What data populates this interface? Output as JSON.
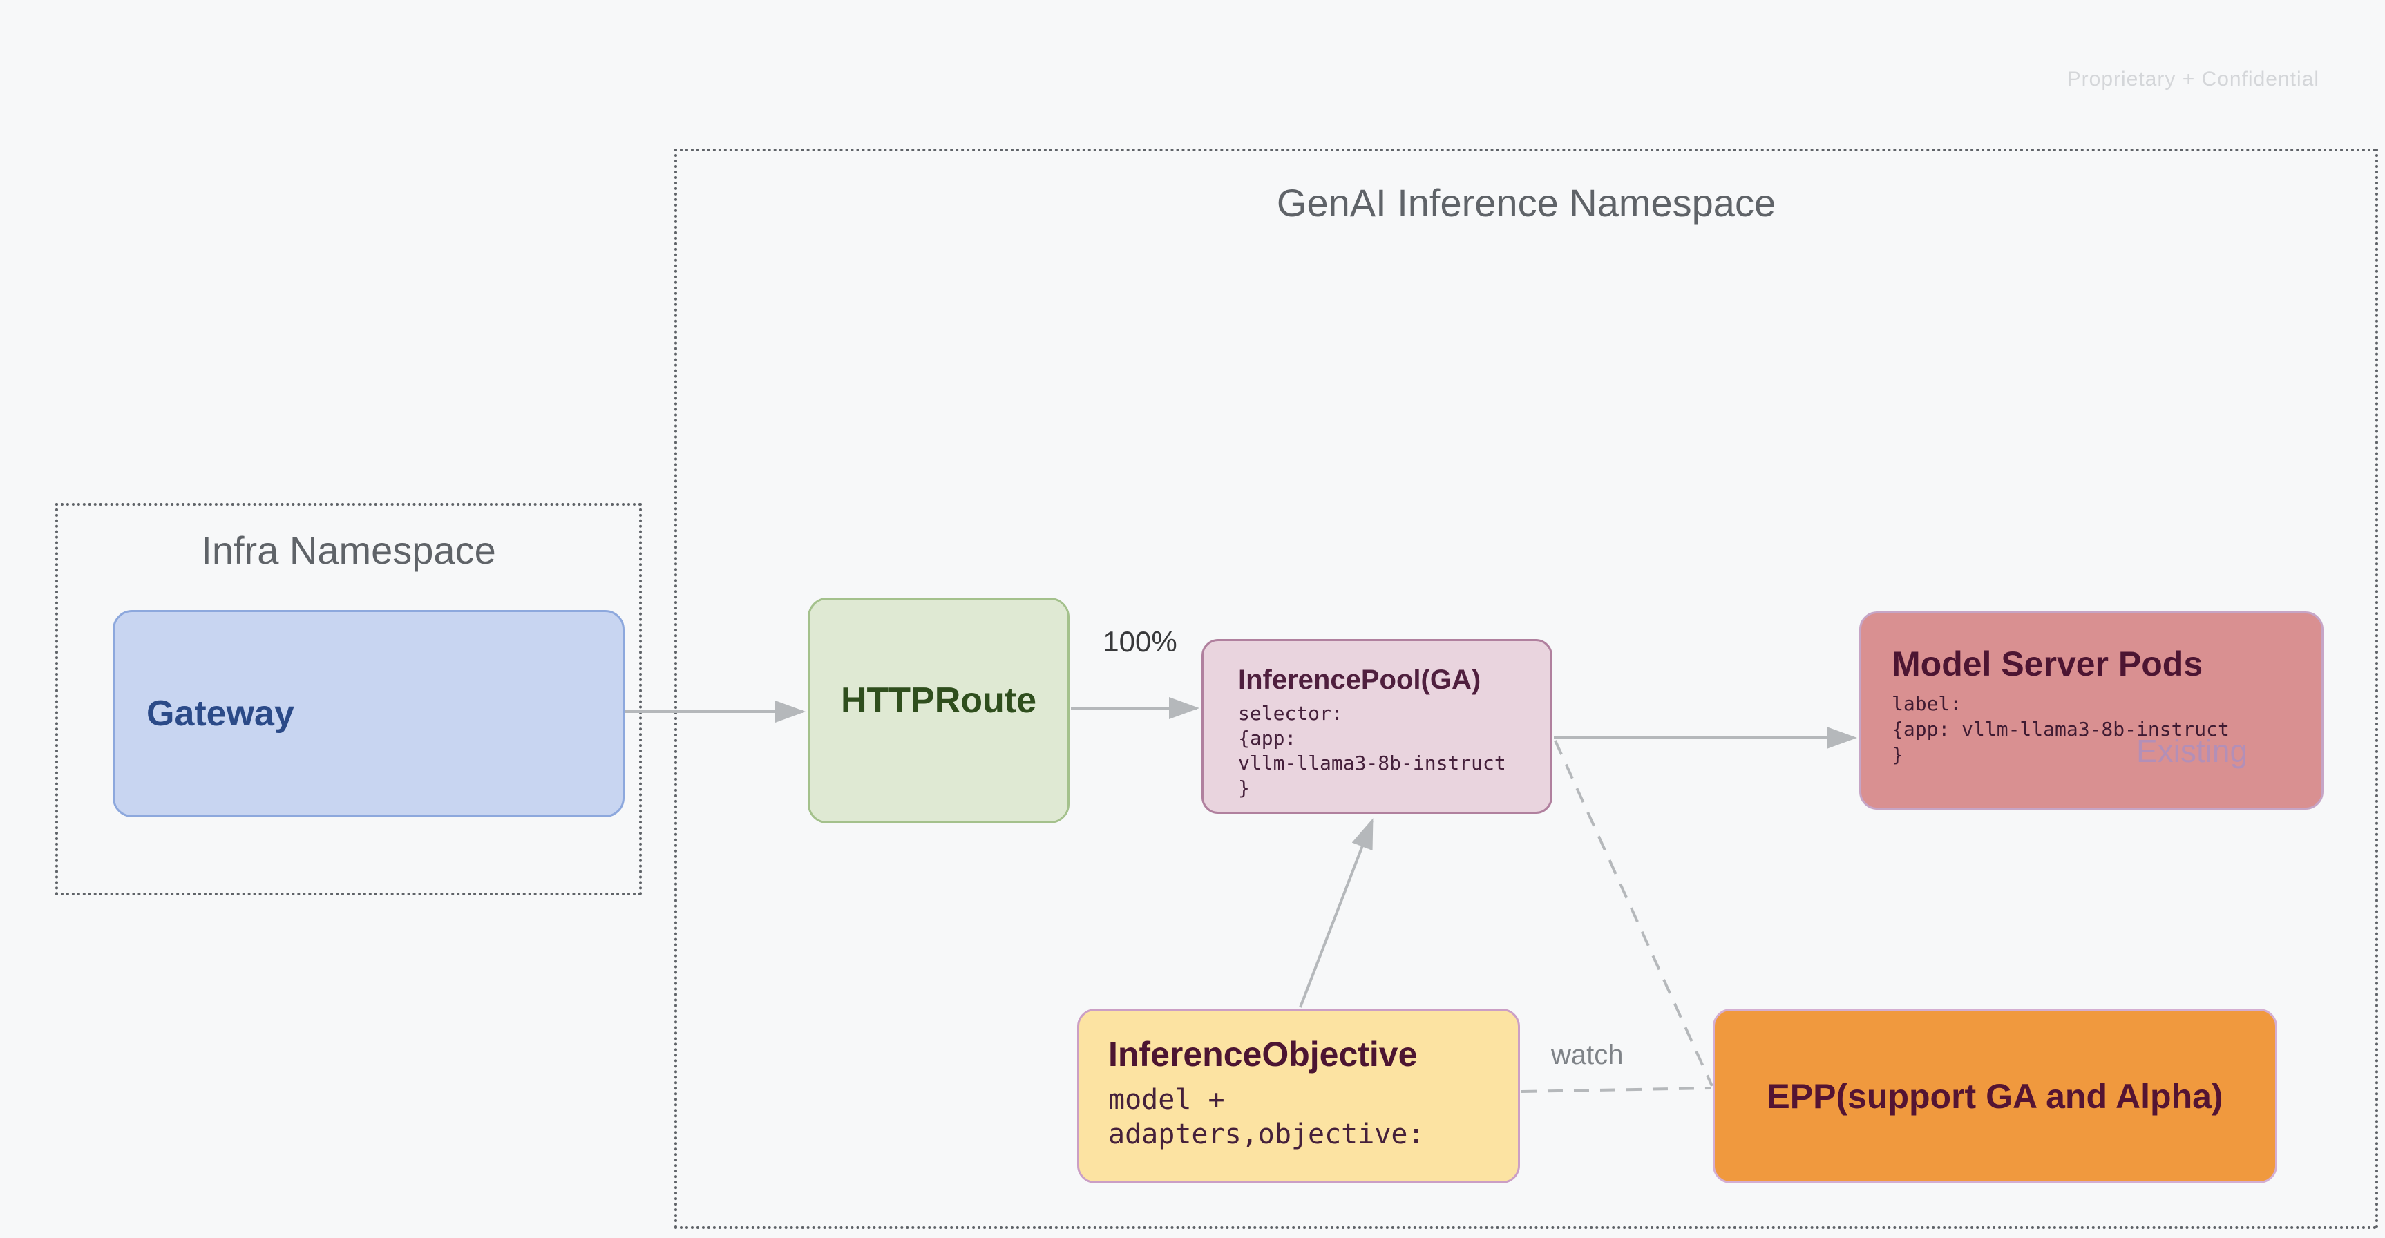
{
  "watermark": "Proprietary + Confidential",
  "namespaces": {
    "genai": {
      "title": "GenAI Inference Namespace"
    },
    "infra": {
      "title": "Infra Namespace"
    }
  },
  "nodes": {
    "gateway": {
      "label": "Gateway"
    },
    "httproute": {
      "label": "HTTPRoute"
    },
    "inference_pool": {
      "title": "InferencePool(GA)",
      "code_lines": [
        "selector:",
        "{app:",
        "vllm-llama3-8b-instruct",
        "}"
      ]
    },
    "model_server_pods": {
      "title": "Model Server Pods",
      "code_lines": [
        "label:",
        "{app: vllm-llama3-8b-instruct",
        "}"
      ],
      "tag": "Existing"
    },
    "inference_objective": {
      "title": "InferenceObjective",
      "code_lines": [
        "model +",
        "adapters,objective:"
      ]
    },
    "epp": {
      "label": "EPP(support GA and Alpha)"
    }
  },
  "edges": {
    "weight_label": "100%",
    "watch_label": "watch"
  },
  "colors": {
    "background": "#f7f8f9",
    "namespace_border": "#5f6368",
    "gateway_fill": "#c8d5f1",
    "gateway_border": "#8da8dd",
    "gateway_text": "#2b4a88",
    "httproute_fill": "#dfe9d3",
    "httproute_border": "#a4c18c",
    "httproute_text": "#2f4e1d",
    "inference_pool_fill": "#e9d4de",
    "inference_pool_border": "#b0809e",
    "model_server_pods_fill": "#d99091",
    "model_server_pods_border": "#c6a5c6",
    "inference_objective_fill": "#fce3a2",
    "inference_objective_border": "#cb9fc5",
    "epp_fill": "#f0993e",
    "epp_border": "#d4aed2",
    "dark_title_text": "#4c1532",
    "connector_gray": "#b5b8bb",
    "watermark_text": "#d4d6d9"
  }
}
